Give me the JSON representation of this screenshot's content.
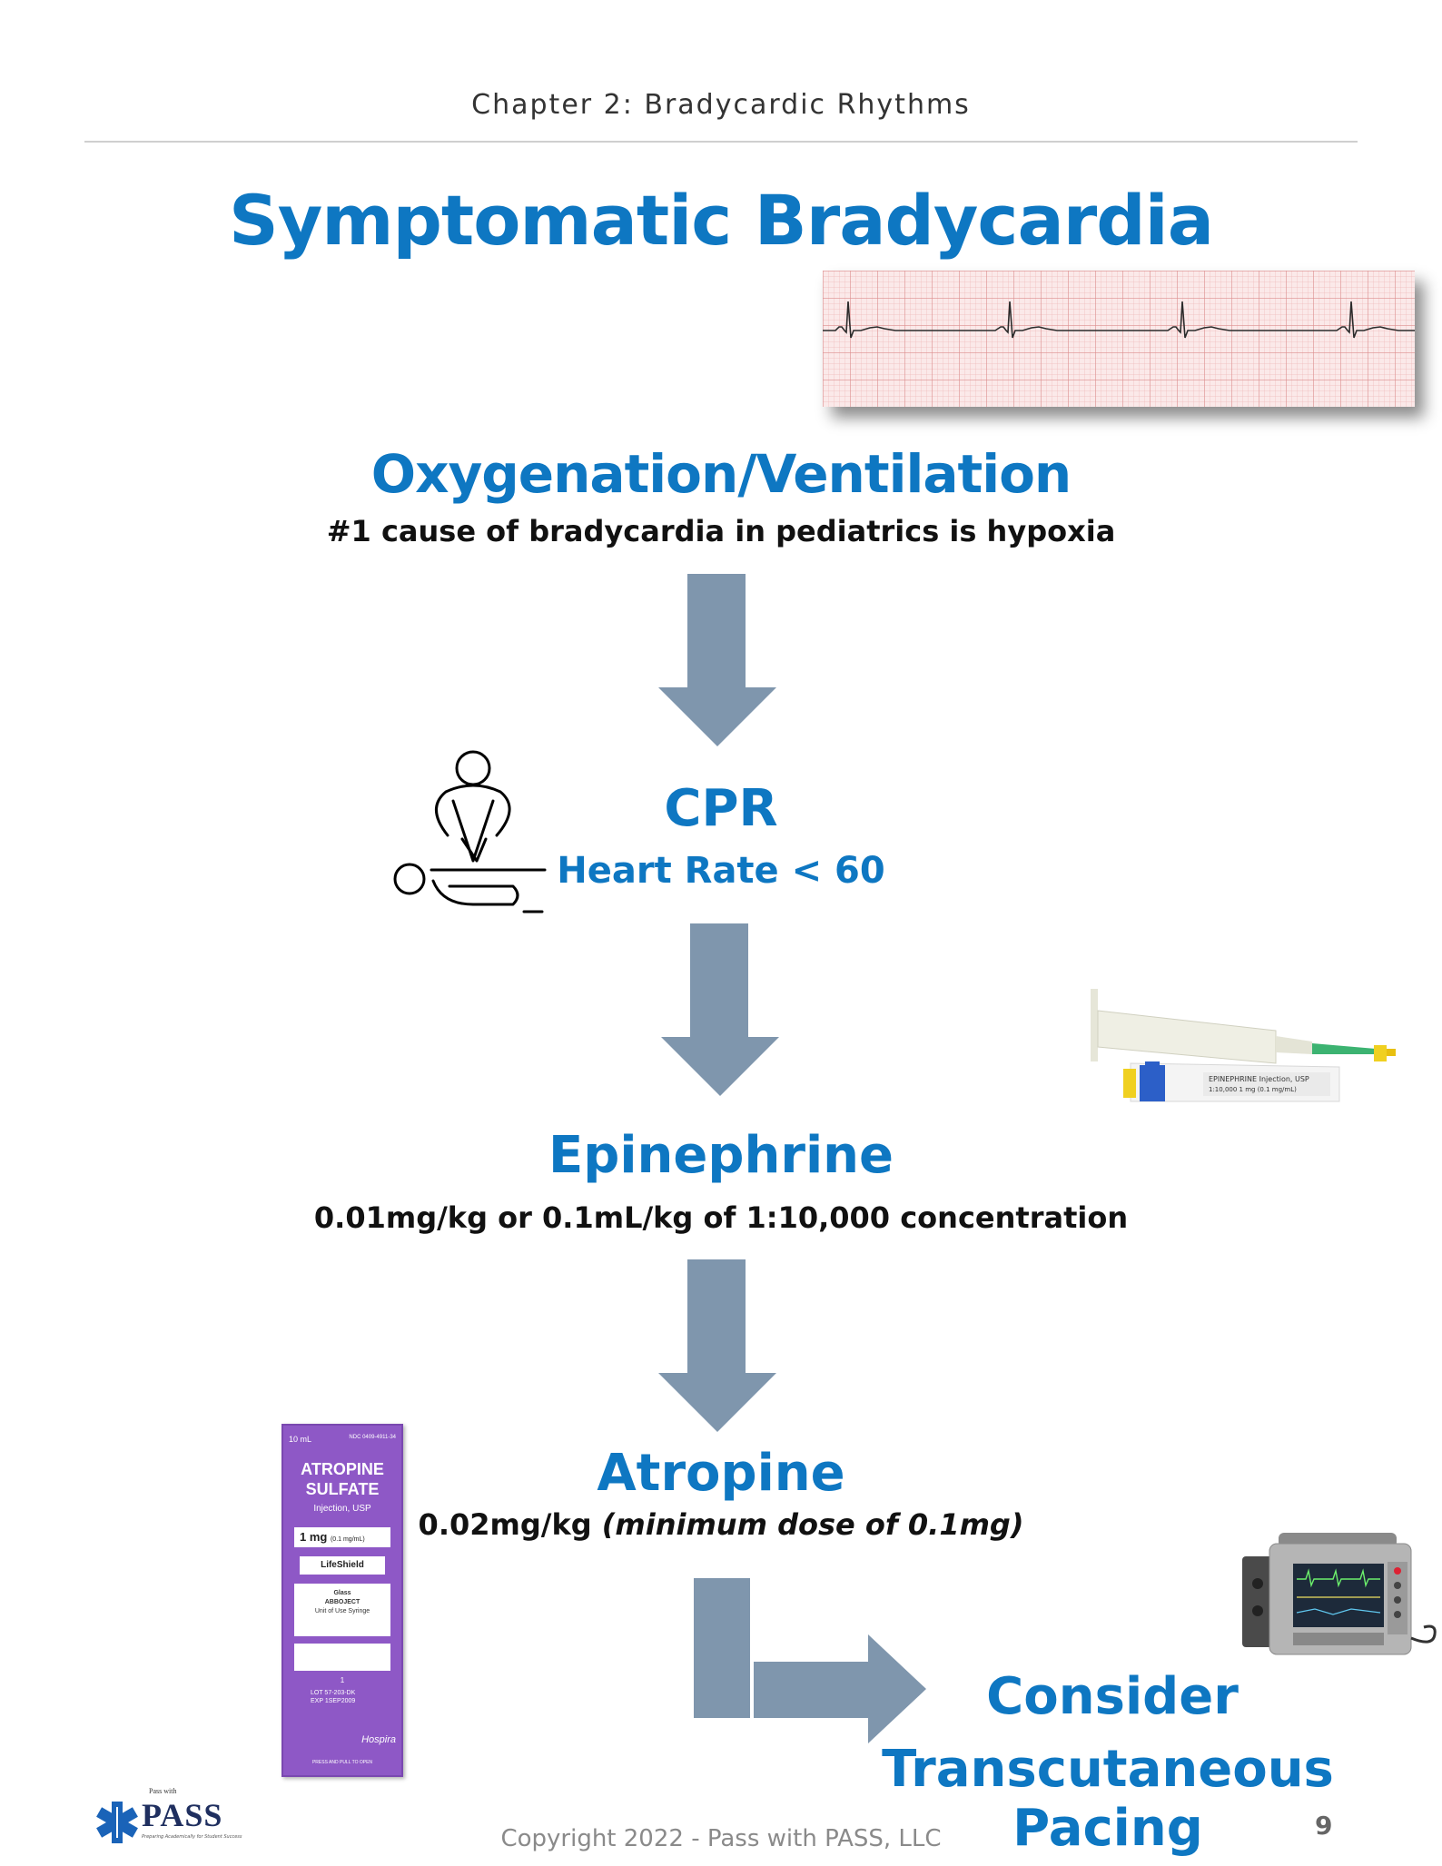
{
  "header": {
    "chapter": "Chapter 2: Bradycardic Rhythms"
  },
  "title": "Symptomatic Bradycardia",
  "steps": {
    "oxygenation": {
      "title": "Oxygenation/Ventilation",
      "note": "#1 cause of bradycardia in pediatrics is hypoxia"
    },
    "cpr": {
      "title": "CPR",
      "note": "Heart Rate < 60"
    },
    "epinephrine": {
      "title": "Epinephrine",
      "note": "0.01mg/kg or 0.1mL/kg of 1:10,000 concentration"
    },
    "atropine": {
      "title": "Atropine",
      "note_main": "0.02mg/kg ",
      "note_italic": "(minimum dose of 0.1mg)"
    },
    "pacing": {
      "line1": "Consider",
      "line2": "Transcutaneous Pacing"
    }
  },
  "atropine_box": {
    "volume": "10 mL",
    "ndc": "NDC 0409-4911-34",
    "name_line1": "ATROPINE",
    "name_line2": "SULFATE",
    "form": "Injection, USP",
    "strength": "1 mg",
    "strength_detail": "(0.1 mg/mL)",
    "brand": "LifeShield",
    "syringe_line1": "Glass",
    "syringe_line2": "ABBOJECT",
    "syringe_line3": "Unit of Use Syringe",
    "count": "1",
    "lot": "LOT 57-203-DK",
    "exp": "EXP 1SEP2009",
    "maker": "Hospira",
    "pull": "PRESS AND PULL TO OPEN"
  },
  "epi_syringe": {
    "label_line1": "EPINEPHRINE Injection, USP",
    "label_line2": "1:10,000  1 mg (0.1 mg/mL)"
  },
  "footer": {
    "logo_small": "Pass with",
    "logo_main": "PASS",
    "logo_tagline": "Preparing Academically for Student Success",
    "copyright": "Copyright 2022 - Pass with PASS, LLC",
    "page": "9"
  },
  "colors": {
    "heading_blue": "#0e77c2",
    "arrow_gray": "#7f96ad",
    "atropine_purple": "#8e58c6"
  }
}
